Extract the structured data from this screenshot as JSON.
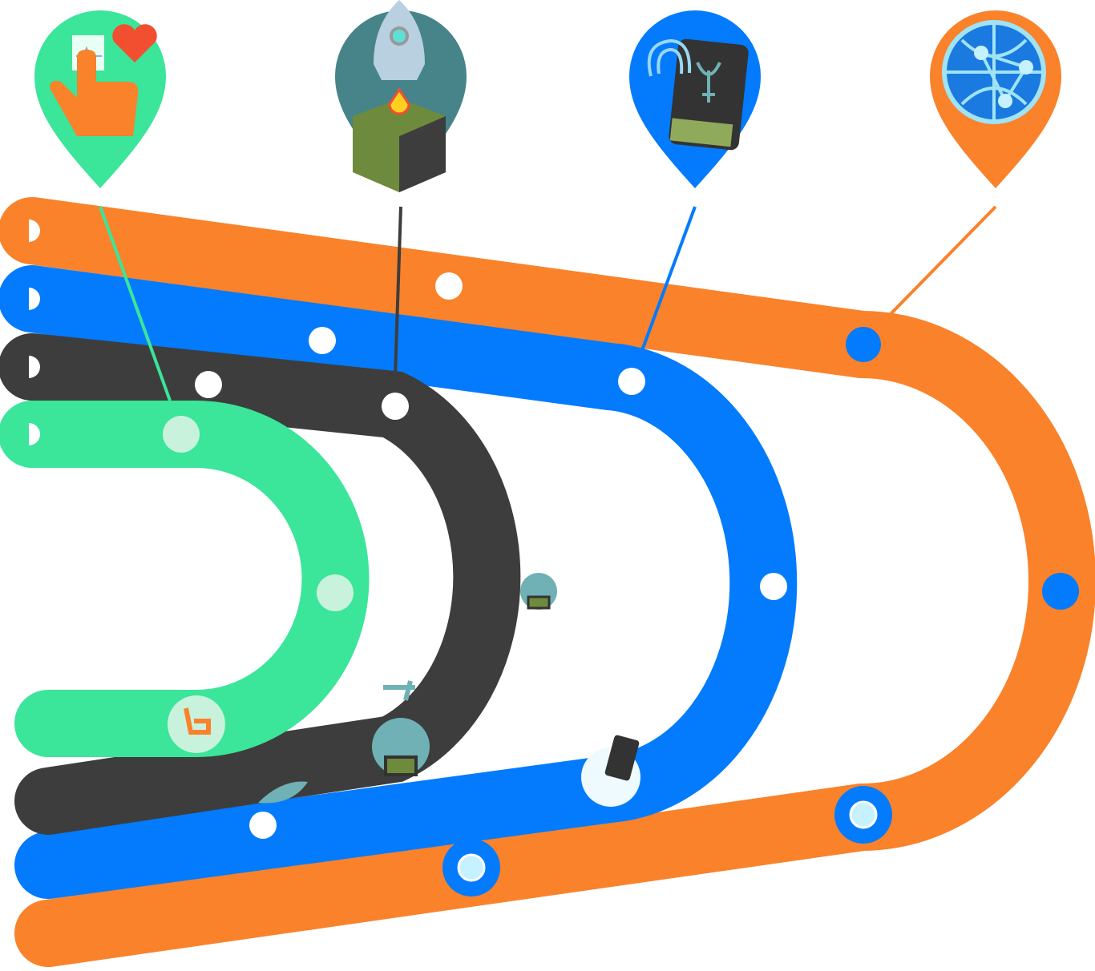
{
  "colors": {
    "orange": "#f9822b",
    "blue": "#037bfc",
    "dark": "#3d3d3d",
    "green": "#3be59a",
    "teal": "#468489",
    "white": "#ffffff"
  },
  "tracks": [
    {
      "name": "orange-track",
      "color": "orange"
    },
    {
      "name": "blue-track",
      "color": "blue"
    },
    {
      "name": "dark-track",
      "color": "dark"
    },
    {
      "name": "green-track",
      "color": "green"
    }
  ],
  "pins": [
    {
      "name": "pin-health",
      "icon": "hand-heart-icon",
      "color": "green"
    },
    {
      "name": "pin-startup",
      "icon": "rocket-box-icon",
      "color": "teal"
    },
    {
      "name": "pin-mobile-security",
      "icon": "fingerprint-phone-icon",
      "color": "blue"
    },
    {
      "name": "pin-global-network",
      "icon": "globe-network-icon",
      "color": "orange"
    }
  ]
}
